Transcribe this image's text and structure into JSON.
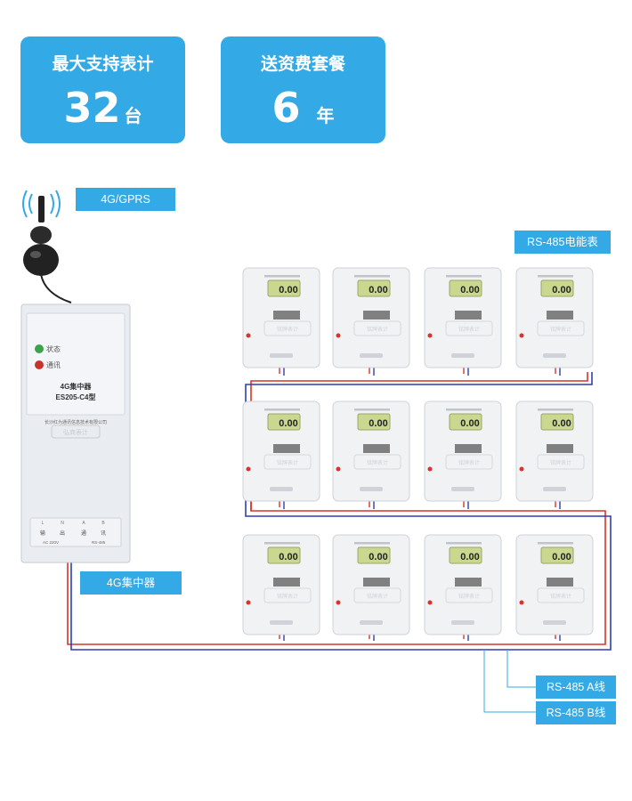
{
  "stats": [
    {
      "title": "最大支持表计",
      "value": "32",
      "unit": "台"
    },
    {
      "title": "送资费套餐",
      "value": "6",
      "unit": "年"
    }
  ],
  "labels": {
    "gprs": "4G/GPRS",
    "meters": "RS-485电能表",
    "concentrator": "4G集中器",
    "line_a": "RS-485 A线",
    "line_b": "RS-485 B线"
  },
  "device": {
    "status_label": "状态",
    "comm_label": "通讯",
    "name": "4G集中器",
    "model": "ES205-C4型",
    "company": "长沙红为通讯信息技术有限公司",
    "stamp": "弘商表计",
    "terminals": [
      "L",
      "N",
      "A",
      "B"
    ],
    "terminal_chars": [
      "输",
      "出",
      "通",
      "讯"
    ],
    "terminal_labels": [
      "AC 220V",
      "RS-485"
    ]
  },
  "meter": {
    "display": "0.00",
    "stamp": "铭牌表计"
  },
  "colors": {
    "accent": "#33a9e6",
    "wire_red": "#d9342b",
    "wire_blue": "#2f3fb4"
  }
}
